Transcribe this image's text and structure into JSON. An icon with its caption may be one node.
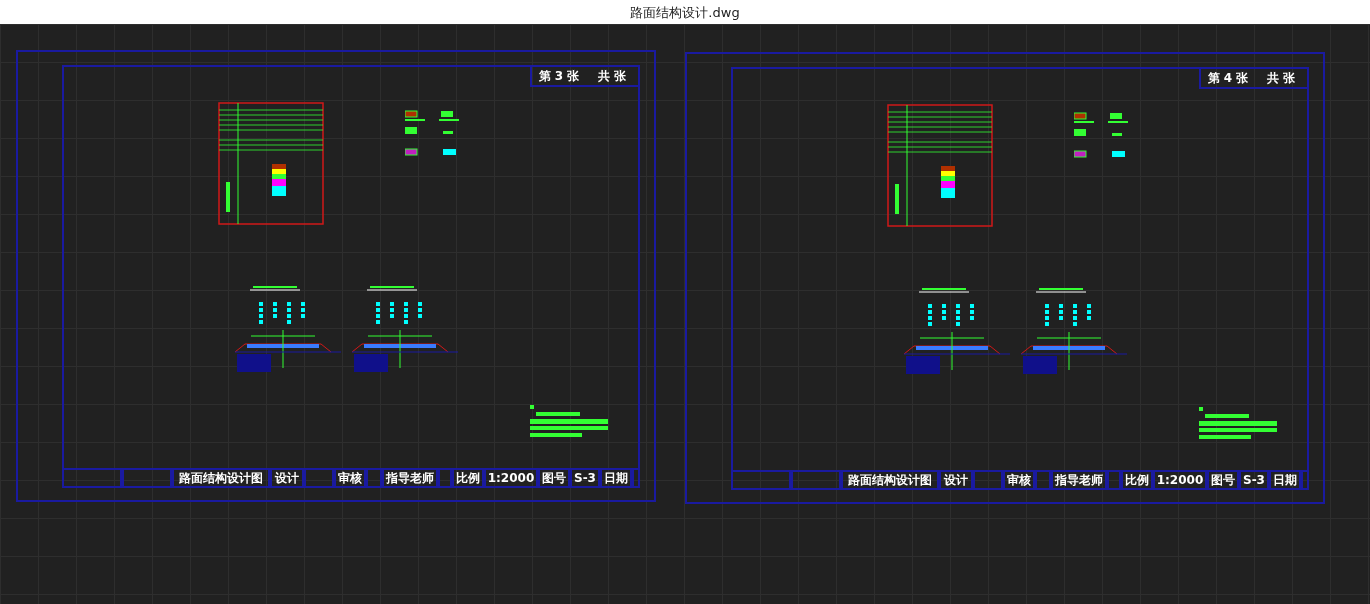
{
  "diagram": {
    "title": "路面结构设计.dwg",
    "labels": [
      "第 3 张",
      "共 张",
      "路面结构设计图",
      "设计",
      "审核",
      "指导老师",
      "比例",
      "1:2000",
      "图号",
      "S-3",
      "日期",
      "第 4 张",
      "共 张",
      "路面结构设计图",
      "设计",
      "审核",
      "指导老师",
      "比例",
      "1:2000",
      "图号",
      "S-3",
      "日期"
    ]
  }
}
